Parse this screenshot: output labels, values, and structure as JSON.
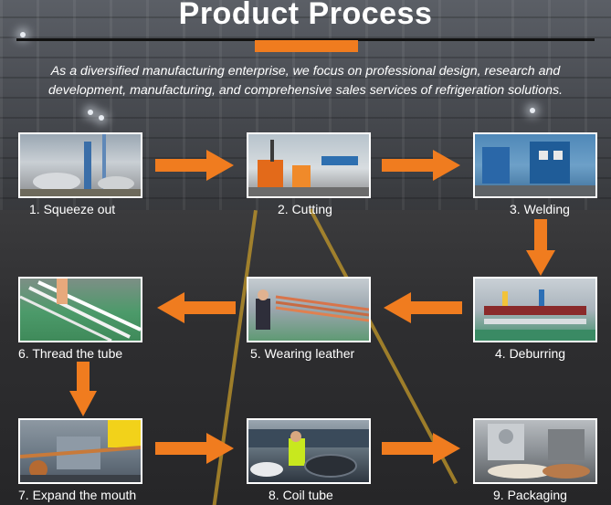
{
  "header": {
    "title": "Product Process",
    "subtitle": "As a diversified manufacturing enterprise, we focus on professional design, research and development, manufacturing, and comprehensive sales services of refrigeration solutions."
  },
  "colors": {
    "accent": "#f07c1f",
    "arrow": "#f07c1f"
  },
  "steps": [
    {
      "label": "1. Squeeze out"
    },
    {
      "label": "2. Cutting"
    },
    {
      "label": "3. Welding"
    },
    {
      "label": "4. Deburring"
    },
    {
      "label": "5. Wearing leather"
    },
    {
      "label": "6. Thread the tube"
    },
    {
      "label": "7. Expand the mouth"
    },
    {
      "label": "8. Coil tube"
    },
    {
      "label": "9. Packaging"
    }
  ]
}
